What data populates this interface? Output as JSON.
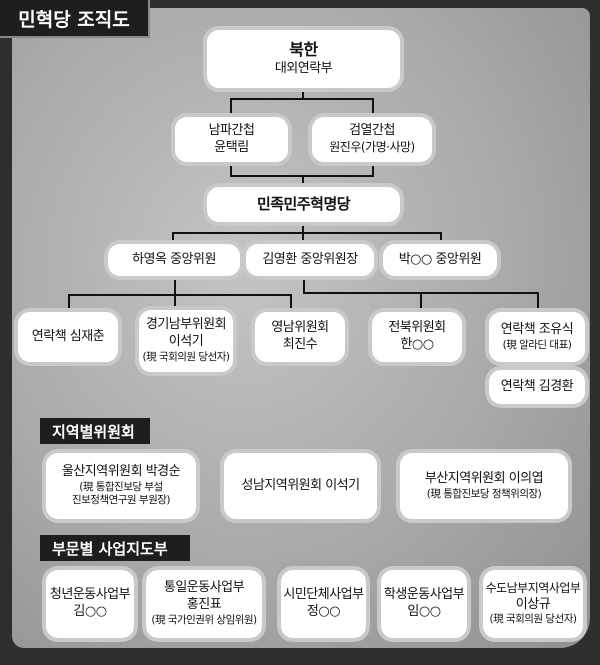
{
  "title": "민혁당 조직도",
  "top": {
    "line1": "북한",
    "line2": "대외연락부"
  },
  "spy1": {
    "line1": "남파간첩",
    "line2": "윤택림"
  },
  "spy2": {
    "line1": "검열간첩",
    "line2": "원진우(가명·사망)"
  },
  "party": "민족민주혁명당",
  "central": [
    "하영옥 중앙위원",
    "김영환 중앙위원장",
    "박○○ 중앙위원"
  ],
  "branches": [
    {
      "line1": "연락책 심재춘"
    },
    {
      "line1": "경기남부위원회",
      "line2": "이석기",
      "note": "(現 국회의원 당선자)"
    },
    {
      "line1": "영남위원회",
      "line2": "최진수"
    },
    {
      "line1": "전북위원회",
      "line2": "한○○"
    },
    {
      "line1": "연락책 조유식",
      "note": "(現 알라딘 대표)"
    },
    {
      "line1": "연락책 김경환"
    }
  ],
  "regional_label": "지역별위원회",
  "regional": [
    {
      "line1": "울산지역위원회 박경순",
      "note1": "(現 통합진보당 부설",
      "note2": "진보정책연구원 부원장)"
    },
    {
      "line1": "성남지역위원회 이석기"
    },
    {
      "line1": "부산지역위원회 이의엽",
      "note1": "(現 통합진보당 정책위의장)"
    }
  ],
  "sector_label": "부문별 사업지도부",
  "sectors": [
    {
      "line1": "청년운동사업부",
      "line2": "김○○"
    },
    {
      "line1": "통일운동사업부",
      "line2": "홍진표",
      "note": "(現 국가인권위 상임위원)"
    },
    {
      "line1": "시민단체사업부",
      "line2": "정○○"
    },
    {
      "line1": "학생운동사업부",
      "line2": "임○○"
    },
    {
      "line1": "수도남부지역사업부",
      "line2": "이상규",
      "note": "(現 국회의원 당선자)"
    }
  ]
}
